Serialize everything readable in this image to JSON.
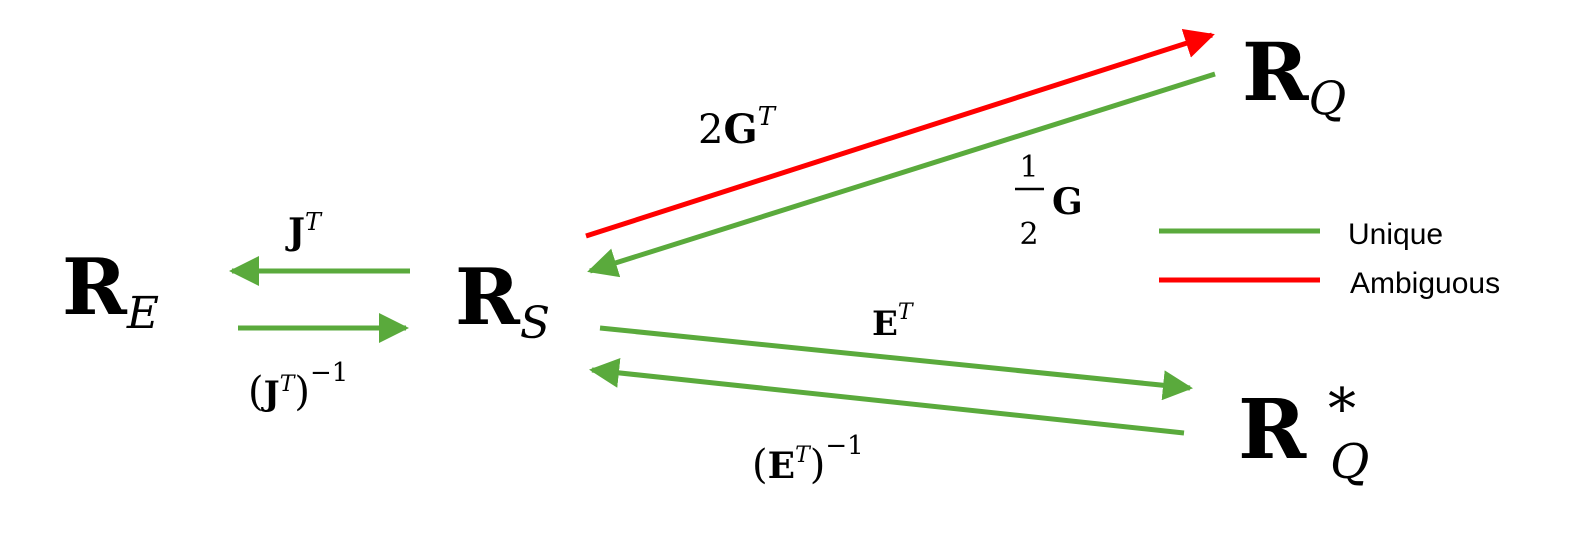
{
  "colors": {
    "unique": "#5aaa3c",
    "ambiguous": "#ff0000",
    "text": "#000000"
  },
  "nodes": {
    "re": {
      "base": "R",
      "sub": "E"
    },
    "rs": {
      "base": "R",
      "sub": "S"
    },
    "rq": {
      "base": "R",
      "sub": "Q"
    },
    "rq_star": {
      "base": "R",
      "sub": "Q",
      "sup": "*"
    }
  },
  "edge_labels": {
    "jt": {
      "base": "J",
      "sup": "T"
    },
    "jt_inv": {
      "open": "(",
      "base": "J",
      "sup": "T",
      "close": ")",
      "exp": "−1"
    },
    "two_gt": {
      "coef": "2",
      "base": "G",
      "sup": "T"
    },
    "half_g": {
      "num": "1",
      "den": "2",
      "base": "G"
    },
    "et": {
      "base": "E",
      "sup": "T"
    },
    "et_inv": {
      "open": "(",
      "base": "E",
      "sup": "T",
      "close": ")",
      "exp": "−1"
    }
  },
  "legend": {
    "items": [
      {
        "label": "Unique",
        "color": "#5aaa3c"
      },
      {
        "label": "Ambiguous",
        "color": "#ff0000"
      }
    ]
  }
}
